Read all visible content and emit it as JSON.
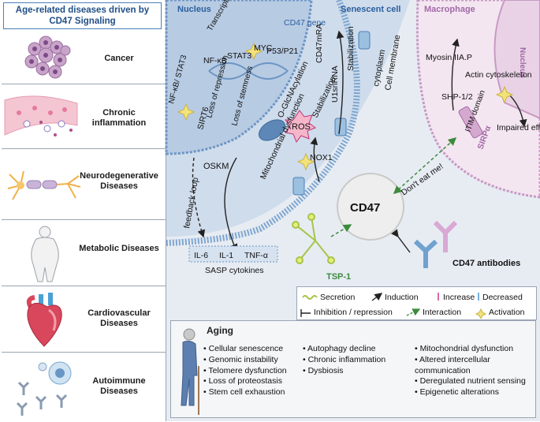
{
  "sidebar": {
    "title": "Age-related diseases driven by CD47 Signaling",
    "items": [
      {
        "label": "Cancer"
      },
      {
        "label": "Chronic inflammation"
      },
      {
        "label": "Neurodegenerative Diseases"
      },
      {
        "label": "Metabolic Diseases"
      },
      {
        "label": "Cardiovascular Diseases"
      },
      {
        "label": "Autoimmune Diseases"
      }
    ]
  },
  "diagram": {
    "nucleus_label": "Nucleus",
    "transcriptional_activators": "Transcriptional activators",
    "nfkb": "NF-κB",
    "stat3": "STAT3",
    "myc": "MYC",
    "cd47_gene": "CD47 gene",
    "nfkb_stat3_left": "NF-κB/ STAT3",
    "loss_of_repression": "Loss of repression",
    "loss_of_stemness": "Loss of stemness",
    "p53_p21": "P53/P21",
    "sirt6": "SIRT6",
    "oskm": "OSKM",
    "feedback_loop": "feedback loop",
    "sasp_il6": "IL-6",
    "sasp_il1": "IL-1",
    "sasp_tnf": "TNF-α",
    "sasp_cytokines": "SASP cytokines",
    "senescent_cell": "Senescent cell",
    "cd47mrna": "CD47mRA",
    "u1snrna": "U1snRNA",
    "stabilization_1": "Stabilization",
    "stabilization_2": "Stabilization",
    "o_glcnacylation": "O-GlcNAcylation",
    "cytoplasm": "cytoplasm",
    "cell_membrane": "Cell membrane",
    "ros": "ROS",
    "mito_dysfunction": "Mitochondrial dysfunction",
    "nox1": "NOX1",
    "cd47": "CD47",
    "tsp1": "TSP-1",
    "dont_eat_me": "Don't eat me!",
    "sirpa": "SIRPα",
    "cd47_antibodies": "CD47 antibodies",
    "macrophage": "Macrophage",
    "macrophage_nucleus": "Nucleus",
    "myosin": "Myosin IIA.P",
    "actin": "Actin cytoskeleton",
    "shp": "SHP-1/2",
    "itim": "ITIM domain",
    "impaired": "Impaired efferocytosis"
  },
  "legend": {
    "secretion": "Secretion",
    "induction": "Induction",
    "increase": "Increase",
    "decreased": "Decreased",
    "inhibition": "Inhibition / repression",
    "interaction": "Interaction",
    "activation": "Activation"
  },
  "aging": {
    "title": "Aging",
    "col1": [
      "Cellular senescence",
      "Genomic instability",
      "Telomere dysfunction",
      "Loss of proteostasis",
      "Stem cell exhaustion"
    ],
    "col2": [
      "Autophagy decline",
      "Chronic inflammation",
      "Dysbiosis"
    ],
    "col3": [
      "Mitochondrial dysfunction",
      "Altered intercellular communication",
      "Deregulated nutrient sensing",
      "Epigenetic alterations"
    ]
  },
  "colors": {
    "accent_blue": "#2b5f9e",
    "increase_pink": "#c0317a",
    "decrease_blue": "#3a8fd6",
    "interaction_green": "#3c8a3c",
    "macrophage_purple": "#a26aa8",
    "activation_yellow": "#f3e27a"
  }
}
